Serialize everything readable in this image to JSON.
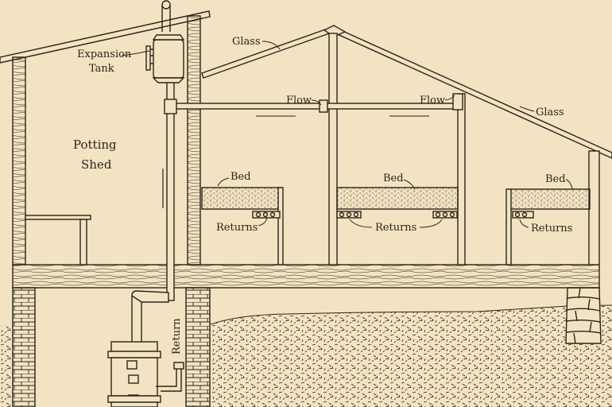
{
  "colors": {
    "paper": "#f3e3c3",
    "ink": "#2a2418"
  },
  "labels": {
    "expansion_tank_line1": "Expansion",
    "expansion_tank_line2": "Tank",
    "glass_left": "Glass",
    "glass_right": "Glass",
    "flow_center": "Flow",
    "flow_right": "Flow",
    "potting_line1": "Potting",
    "potting_line2": "Shed",
    "bed_left": "Bed",
    "bed_center": "Bed",
    "bed_right": "Bed",
    "returns_left": "Returns",
    "returns_center": "Returns",
    "returns_right": "Returns",
    "return_vertical": "Return"
  }
}
